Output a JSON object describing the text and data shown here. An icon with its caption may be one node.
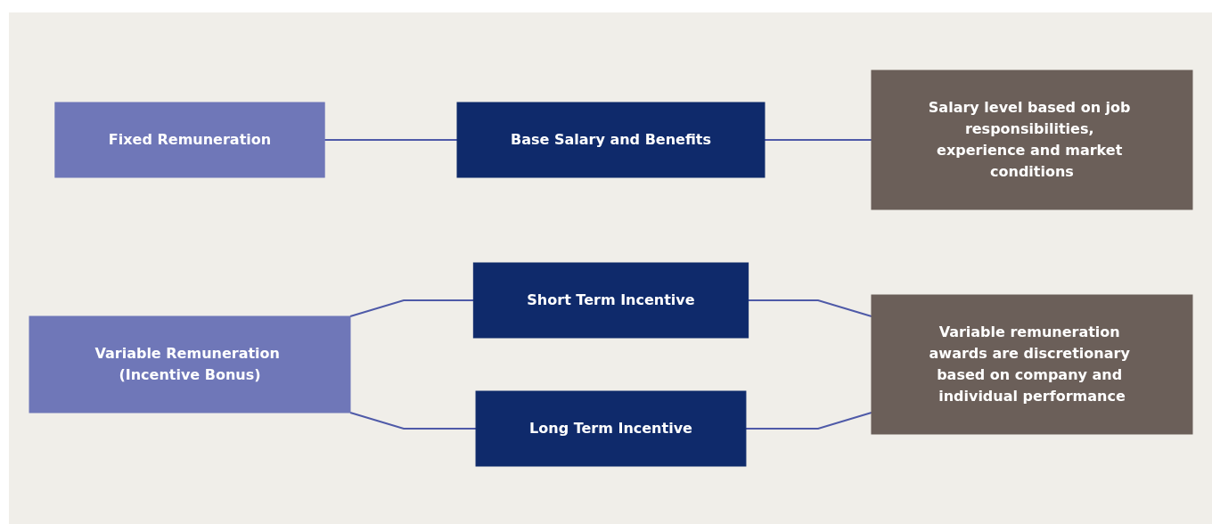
{
  "diagram": {
    "nodes": [
      {
        "text": [
          "Fixed Remuneration"
        ]
      },
      {
        "text": [
          "Base Salary and Benefits"
        ]
      },
      {
        "text": [
          "Salary level based on job responsibilities, experience and market conditions"
        ]
      },
      {
        "text": [
          "Variable Remuneration (Incentive Bonus)"
        ]
      },
      {
        "text": [
          "Short Term Incentive"
        ]
      },
      {
        "text": [
          "Long Term Incentive"
        ]
      },
      {
        "text": [
          "Variable remuneration awards are discretionary based on company and individual performance"
        ]
      }
    ],
    "edges": [
      {
        "from": 0,
        "to": 1,
        "arrow": "none"
      },
      {
        "from": 1,
        "to": 2,
        "arrow": "none"
      },
      {
        "from": 3,
        "to": 4,
        "arrow": "none"
      },
      {
        "from": 3,
        "to": 5,
        "arrow": "none"
      },
      {
        "from": 4,
        "to": 6,
        "arrow": "none"
      },
      {
        "from": 5,
        "to": 6,
        "arrow": "none"
      }
    ]
  }
}
